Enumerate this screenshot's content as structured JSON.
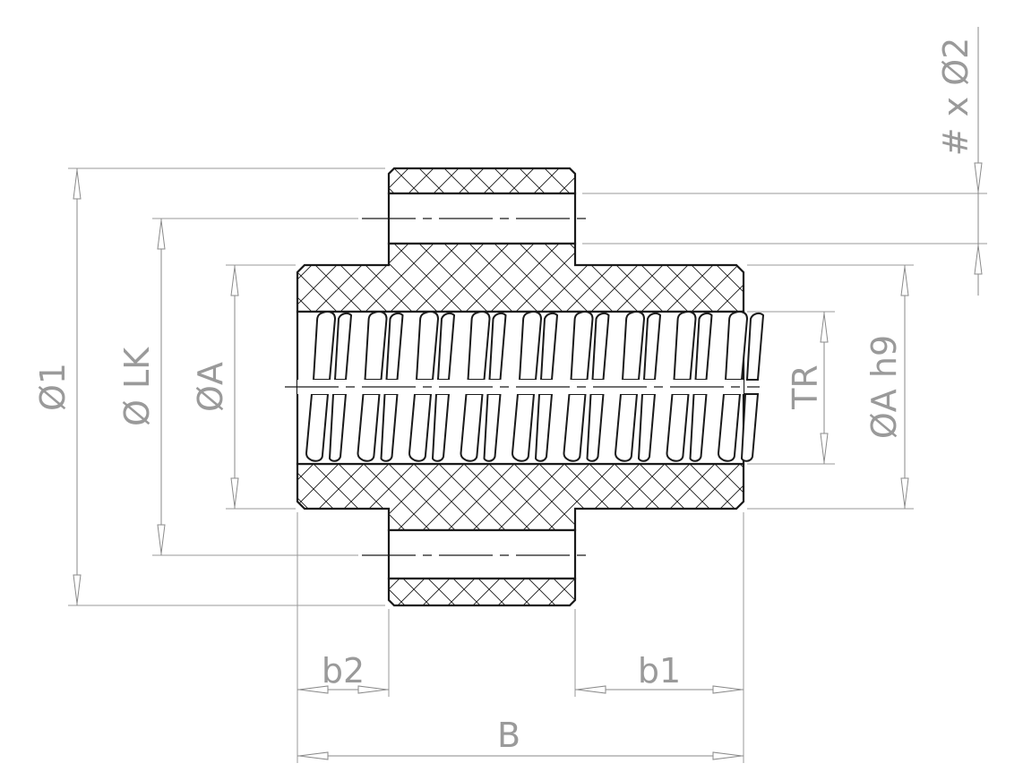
{
  "labels": {
    "d1": "Ø1",
    "lk": "Ø LK",
    "da": "ØA",
    "tr": "TR",
    "dah9": "ØA h9",
    "holes": "# x Ø2",
    "b2": "b2",
    "b1": "b1",
    "b": "B"
  },
  "colors": {
    "outline": "#1a1a1a",
    "dimension": "#8a8a8a",
    "hatch": "#1a1a1a"
  }
}
